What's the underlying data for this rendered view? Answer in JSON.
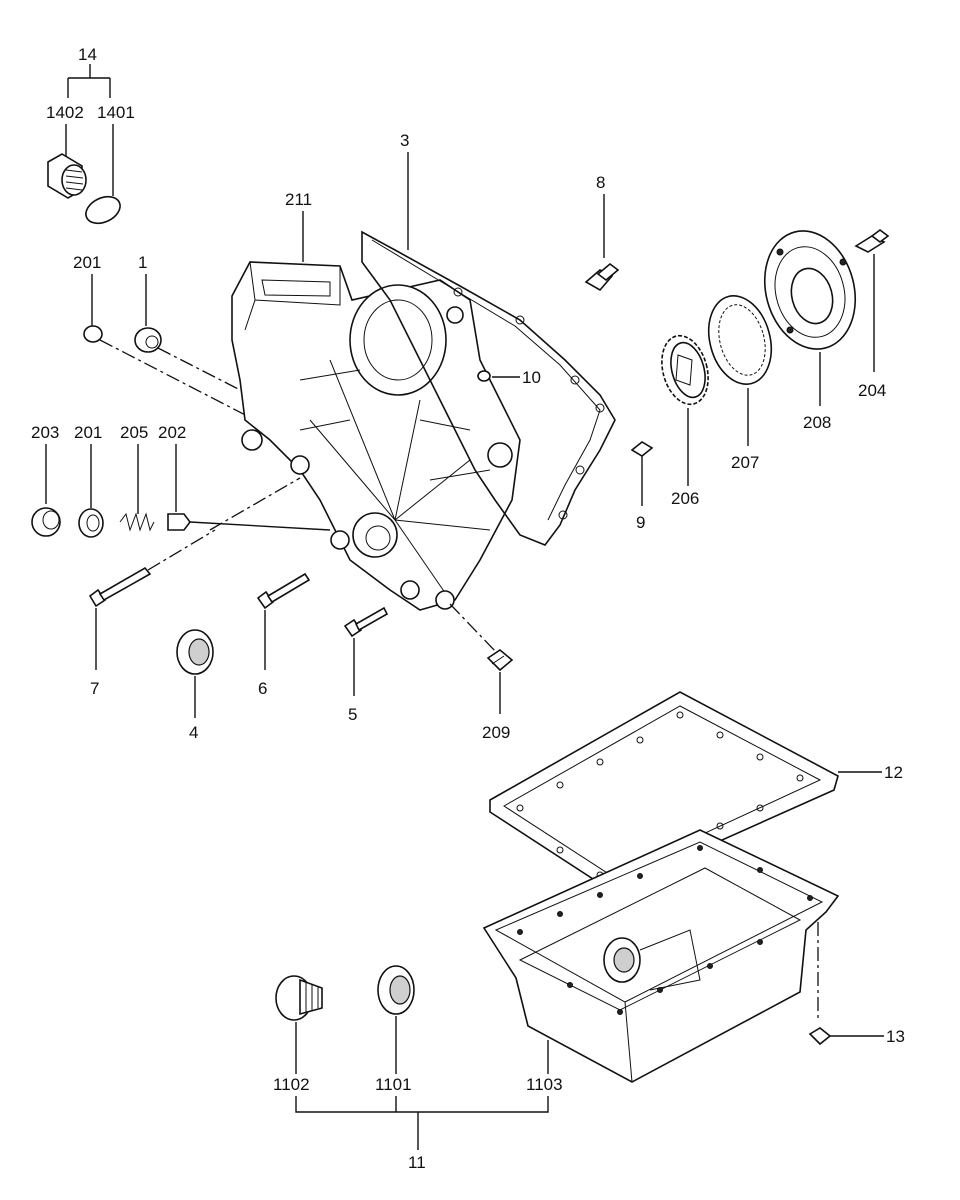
{
  "callouts": {
    "p14": "14",
    "p1402": "1402",
    "p1401": "1401",
    "p201a": "201",
    "p1": "1",
    "p211": "211",
    "p3": "3",
    "p8": "8",
    "p10": "10",
    "p204": "204",
    "p208": "208",
    "p207": "207",
    "p206": "206",
    "p9": "9",
    "p203": "203",
    "p201b": "201",
    "p205": "205",
    "p202": "202",
    "p7": "7",
    "p6": "6",
    "p4": "4",
    "p5": "5",
    "p209": "209",
    "p12": "12",
    "p13": "13",
    "p1102": "1102",
    "p1101": "1101",
    "p1103": "1103",
    "p11": "11"
  }
}
